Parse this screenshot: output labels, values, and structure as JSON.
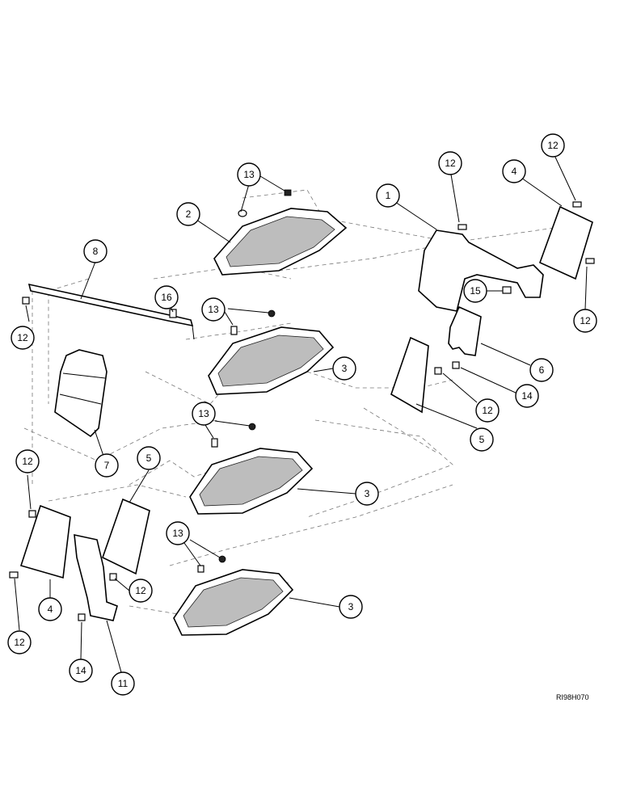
{
  "diagram": {
    "reference_code": "RI98H070",
    "callouts": [
      {
        "id": "c1",
        "label": "1"
      },
      {
        "id": "c2",
        "label": "2"
      },
      {
        "id": "c3a",
        "label": "3"
      },
      {
        "id": "c3b",
        "label": "3"
      },
      {
        "id": "c3c",
        "label": "3"
      },
      {
        "id": "c4a",
        "label": "4"
      },
      {
        "id": "c4b",
        "label": "4"
      },
      {
        "id": "c5a",
        "label": "5"
      },
      {
        "id": "c5b",
        "label": "5"
      },
      {
        "id": "c6",
        "label": "6"
      },
      {
        "id": "c7",
        "label": "7"
      },
      {
        "id": "c8",
        "label": "8"
      },
      {
        "id": "c11",
        "label": "11"
      },
      {
        "id": "c12a",
        "label": "12"
      },
      {
        "id": "c12b",
        "label": "12"
      },
      {
        "id": "c12c",
        "label": "12"
      },
      {
        "id": "c12d",
        "label": "12"
      },
      {
        "id": "c12e",
        "label": "12"
      },
      {
        "id": "c12f",
        "label": "12"
      },
      {
        "id": "c12g",
        "label": "12"
      },
      {
        "id": "c12h",
        "label": "12"
      },
      {
        "id": "c13a",
        "label": "13"
      },
      {
        "id": "c13b",
        "label": "13"
      },
      {
        "id": "c13c",
        "label": "13"
      },
      {
        "id": "c13d",
        "label": "13"
      },
      {
        "id": "c14a",
        "label": "14"
      },
      {
        "id": "c14b",
        "label": "14"
      },
      {
        "id": "c15",
        "label": "15"
      },
      {
        "id": "c16",
        "label": "16"
      }
    ]
  }
}
